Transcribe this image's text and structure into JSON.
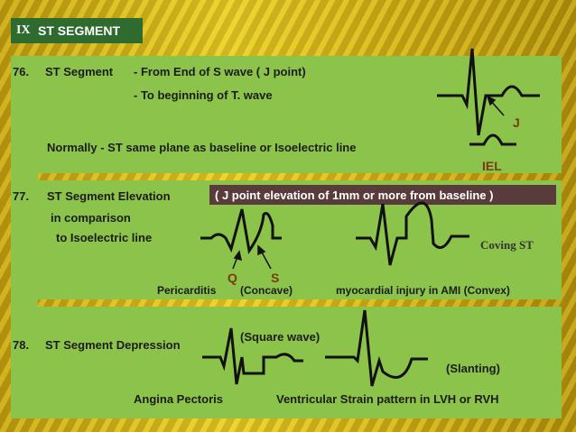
{
  "header": {
    "roman": "IX",
    "title": "ST SEGMENT"
  },
  "section76": {
    "number": "76.",
    "term": "ST Segment",
    "line1": "-   From End of S wave  ( J point)",
    "line2": "-   To beginning of T. wave",
    "normal": "Normally - ST same plane as baseline or Isoelectric line",
    "label_j": "J",
    "label_iel": "IEL"
  },
  "section77": {
    "number": "77.",
    "term": "ST Segment Elevation",
    "line2": "in comparison",
    "line3": "to Isoelectric line",
    "highlight": "( J point elevation of 1mm or more from baseline )",
    "label_q": "Q",
    "label_s": "S",
    "pericarditis": "Pericarditis",
    "concave": "(Concave)",
    "ami": "myocardial injury in AMI  (Convex)",
    "coving": "Coving ST"
  },
  "section78": {
    "number": "78.",
    "term": "ST Segment Depression",
    "square": "(Square wave)",
    "slanting": "(Slanting)",
    "angina": "Angina Pectoris",
    "strain": "Ventricular Strain pattern in LVH or RVH"
  },
  "colors": {
    "panel": "#8cc34a",
    "header_bg": "#2f6b2f",
    "highlight_bg": "#5a3b3b",
    "stroke": "#111111"
  }
}
